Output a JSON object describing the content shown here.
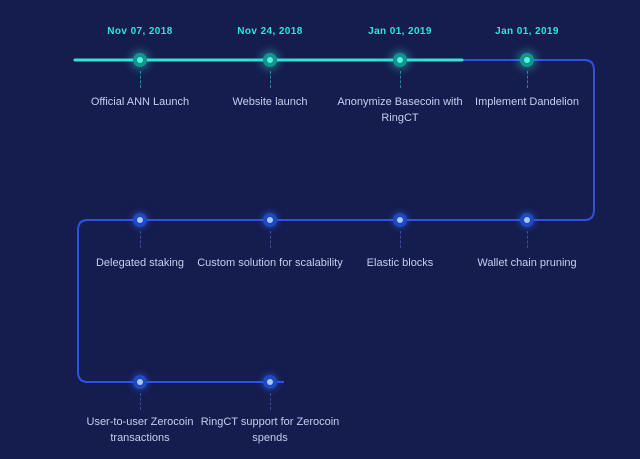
{
  "colors": {
    "background": "#151c4e",
    "cyan_accent": "#2fe5d6",
    "blue_accent": "#2d53e0",
    "label_text": "#c7cfec"
  },
  "timeline": {
    "rows": [
      {
        "items": [
          {
            "date": "Nov 07, 2018",
            "label": "Official ANN Launch"
          },
          {
            "date": "Nov 24, 2018",
            "label": "Website launch"
          },
          {
            "date": "Jan 01, 2019",
            "label": "Anonymize Basecoin with RingCT"
          },
          {
            "date": "Jan 01, 2019",
            "label": "Implement Dandelion"
          }
        ]
      },
      {
        "items": [
          {
            "label": "Delegated staking"
          },
          {
            "label": "Custom solution for scalability"
          },
          {
            "label": "Elastic blocks"
          },
          {
            "label": "Wallet chain pruning"
          }
        ]
      },
      {
        "items": [
          {
            "label": "User-to-user Zerocoin transactions"
          },
          {
            "label": "RingCT support for Zerocoin spends"
          }
        ]
      }
    ]
  }
}
